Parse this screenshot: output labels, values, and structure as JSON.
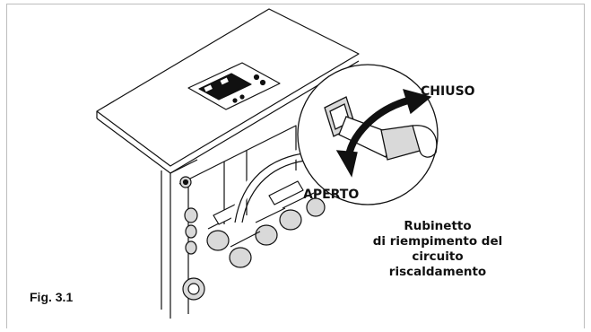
{
  "figure": {
    "label": "Fig. 3.1",
    "closed_label": "CHIUSO",
    "open_label": "APERTO",
    "description_lines": [
      "Rubinetto",
      "di riempimento del circuito",
      "riscaldamento"
    ]
  },
  "colors": {
    "line": "#111111",
    "gray_fill": "#d9d9d9",
    "dark_fill": "#1a1a1a",
    "border": "#bdbdbd"
  }
}
